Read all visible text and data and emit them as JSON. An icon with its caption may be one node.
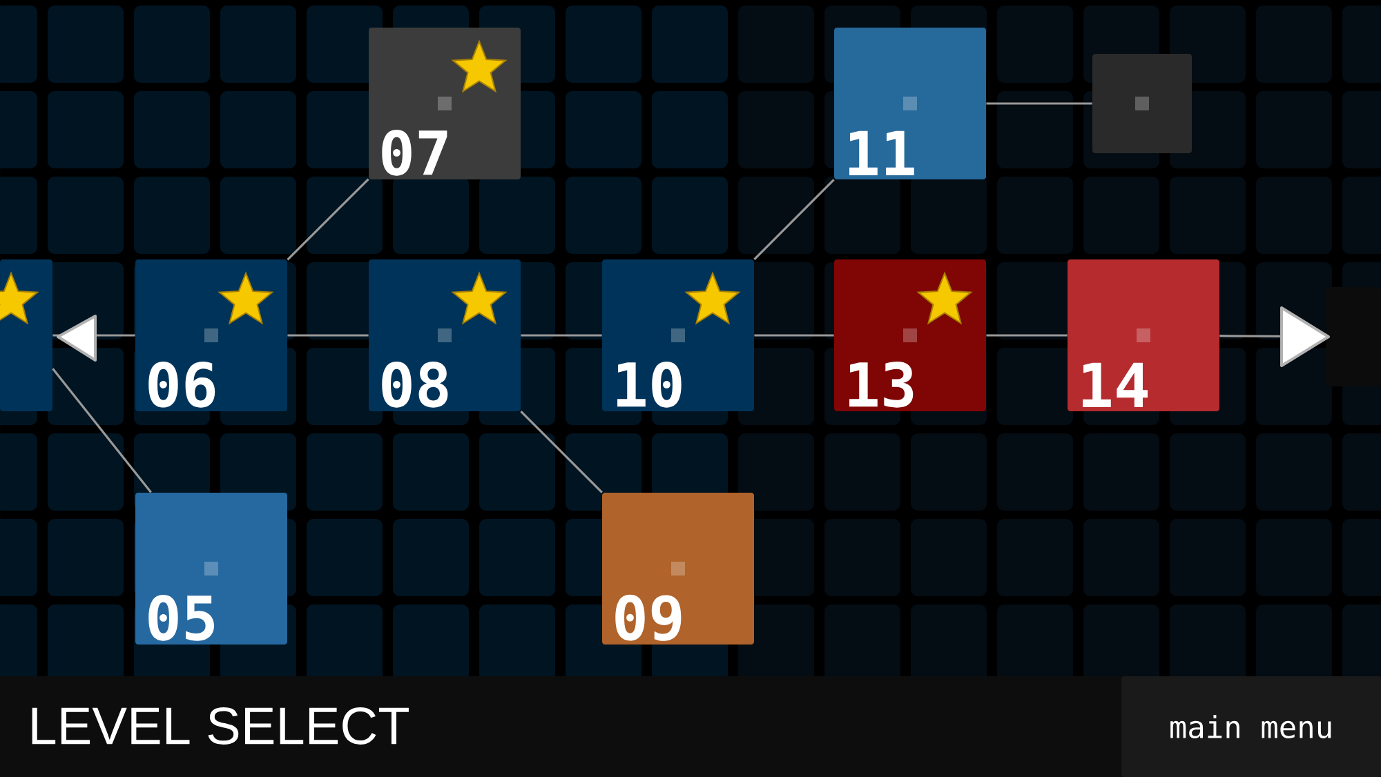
{
  "diagram": {
    "title": "LEVEL SELECT",
    "nodes": [
      {
        "text": [],
        "shape": "box"
      },
      {
        "text": [
          "06"
        ]
      },
      {
        "text": [
          "07"
        ]
      },
      {
        "text": [
          "08"
        ]
      },
      {
        "text": [
          "05"
        ]
      },
      {
        "text": [
          "09"
        ]
      },
      {
        "text": [
          "10"
        ]
      },
      {
        "text": [
          "11"
        ]
      },
      {
        "text": [],
        "shape": "box"
      },
      {
        "text": [
          "13"
        ]
      },
      {
        "text": [
          "14"
        ]
      },
      {
        "text": [],
        "shape": "box"
      },
      {
        "text": [
          "main menu"
        ]
      }
    ],
    "edges": [
      {
        "from": 0,
        "to": 4,
        "arrow": "none"
      },
      {
        "from": 1,
        "to": 2,
        "arrow": "none"
      },
      {
        "from": 3,
        "to": 5,
        "arrow": "none"
      },
      {
        "from": 6,
        "to": 7,
        "arrow": "none"
      },
      {
        "from": 7,
        "to": 8,
        "arrow": "none"
      },
      {
        "from": 0,
        "to": 1,
        "arrow": "none"
      },
      {
        "from": 1,
        "to": 3,
        "arrow": "none"
      },
      {
        "from": 3,
        "to": 6,
        "arrow": "none"
      },
      {
        "from": 6,
        "to": 9,
        "arrow": "none"
      },
      {
        "from": 9,
        "to": 10,
        "arrow": "none"
      },
      {
        "from": 10,
        "to": 11,
        "arrow": "none"
      }
    ]
  }
}
